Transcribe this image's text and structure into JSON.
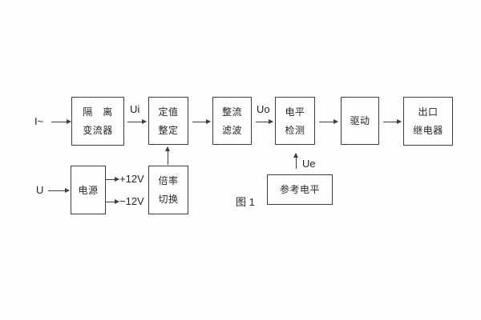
{
  "figure": {
    "caption": "图 1"
  },
  "colors": {
    "background": "#fdfdfd",
    "line": "#3d3d3d",
    "text": "#262626"
  },
  "blocks": {
    "isolation": {
      "line1": "隔　离",
      "line2": "变流器"
    },
    "setting": {
      "line1": "定值",
      "line2": "整定"
    },
    "rectifier": {
      "line1": "整流",
      "line2": "滤波"
    },
    "level": {
      "line1": "电平",
      "line2": "检测"
    },
    "drive": {
      "label": "驱动"
    },
    "relay": {
      "line1": "出口",
      "line2": "继电器"
    },
    "power": {
      "label": "电源"
    },
    "multiplier": {
      "line1": "倍率",
      "line2": "切换"
    },
    "reference": {
      "label": "参考电平"
    }
  },
  "signals": {
    "input_current": "I~",
    "input_voltage": "U",
    "ui": "Ui",
    "uo": "Uo",
    "ue": "Ue",
    "plus_12v": "+12V",
    "minus_12v": "−12V"
  }
}
